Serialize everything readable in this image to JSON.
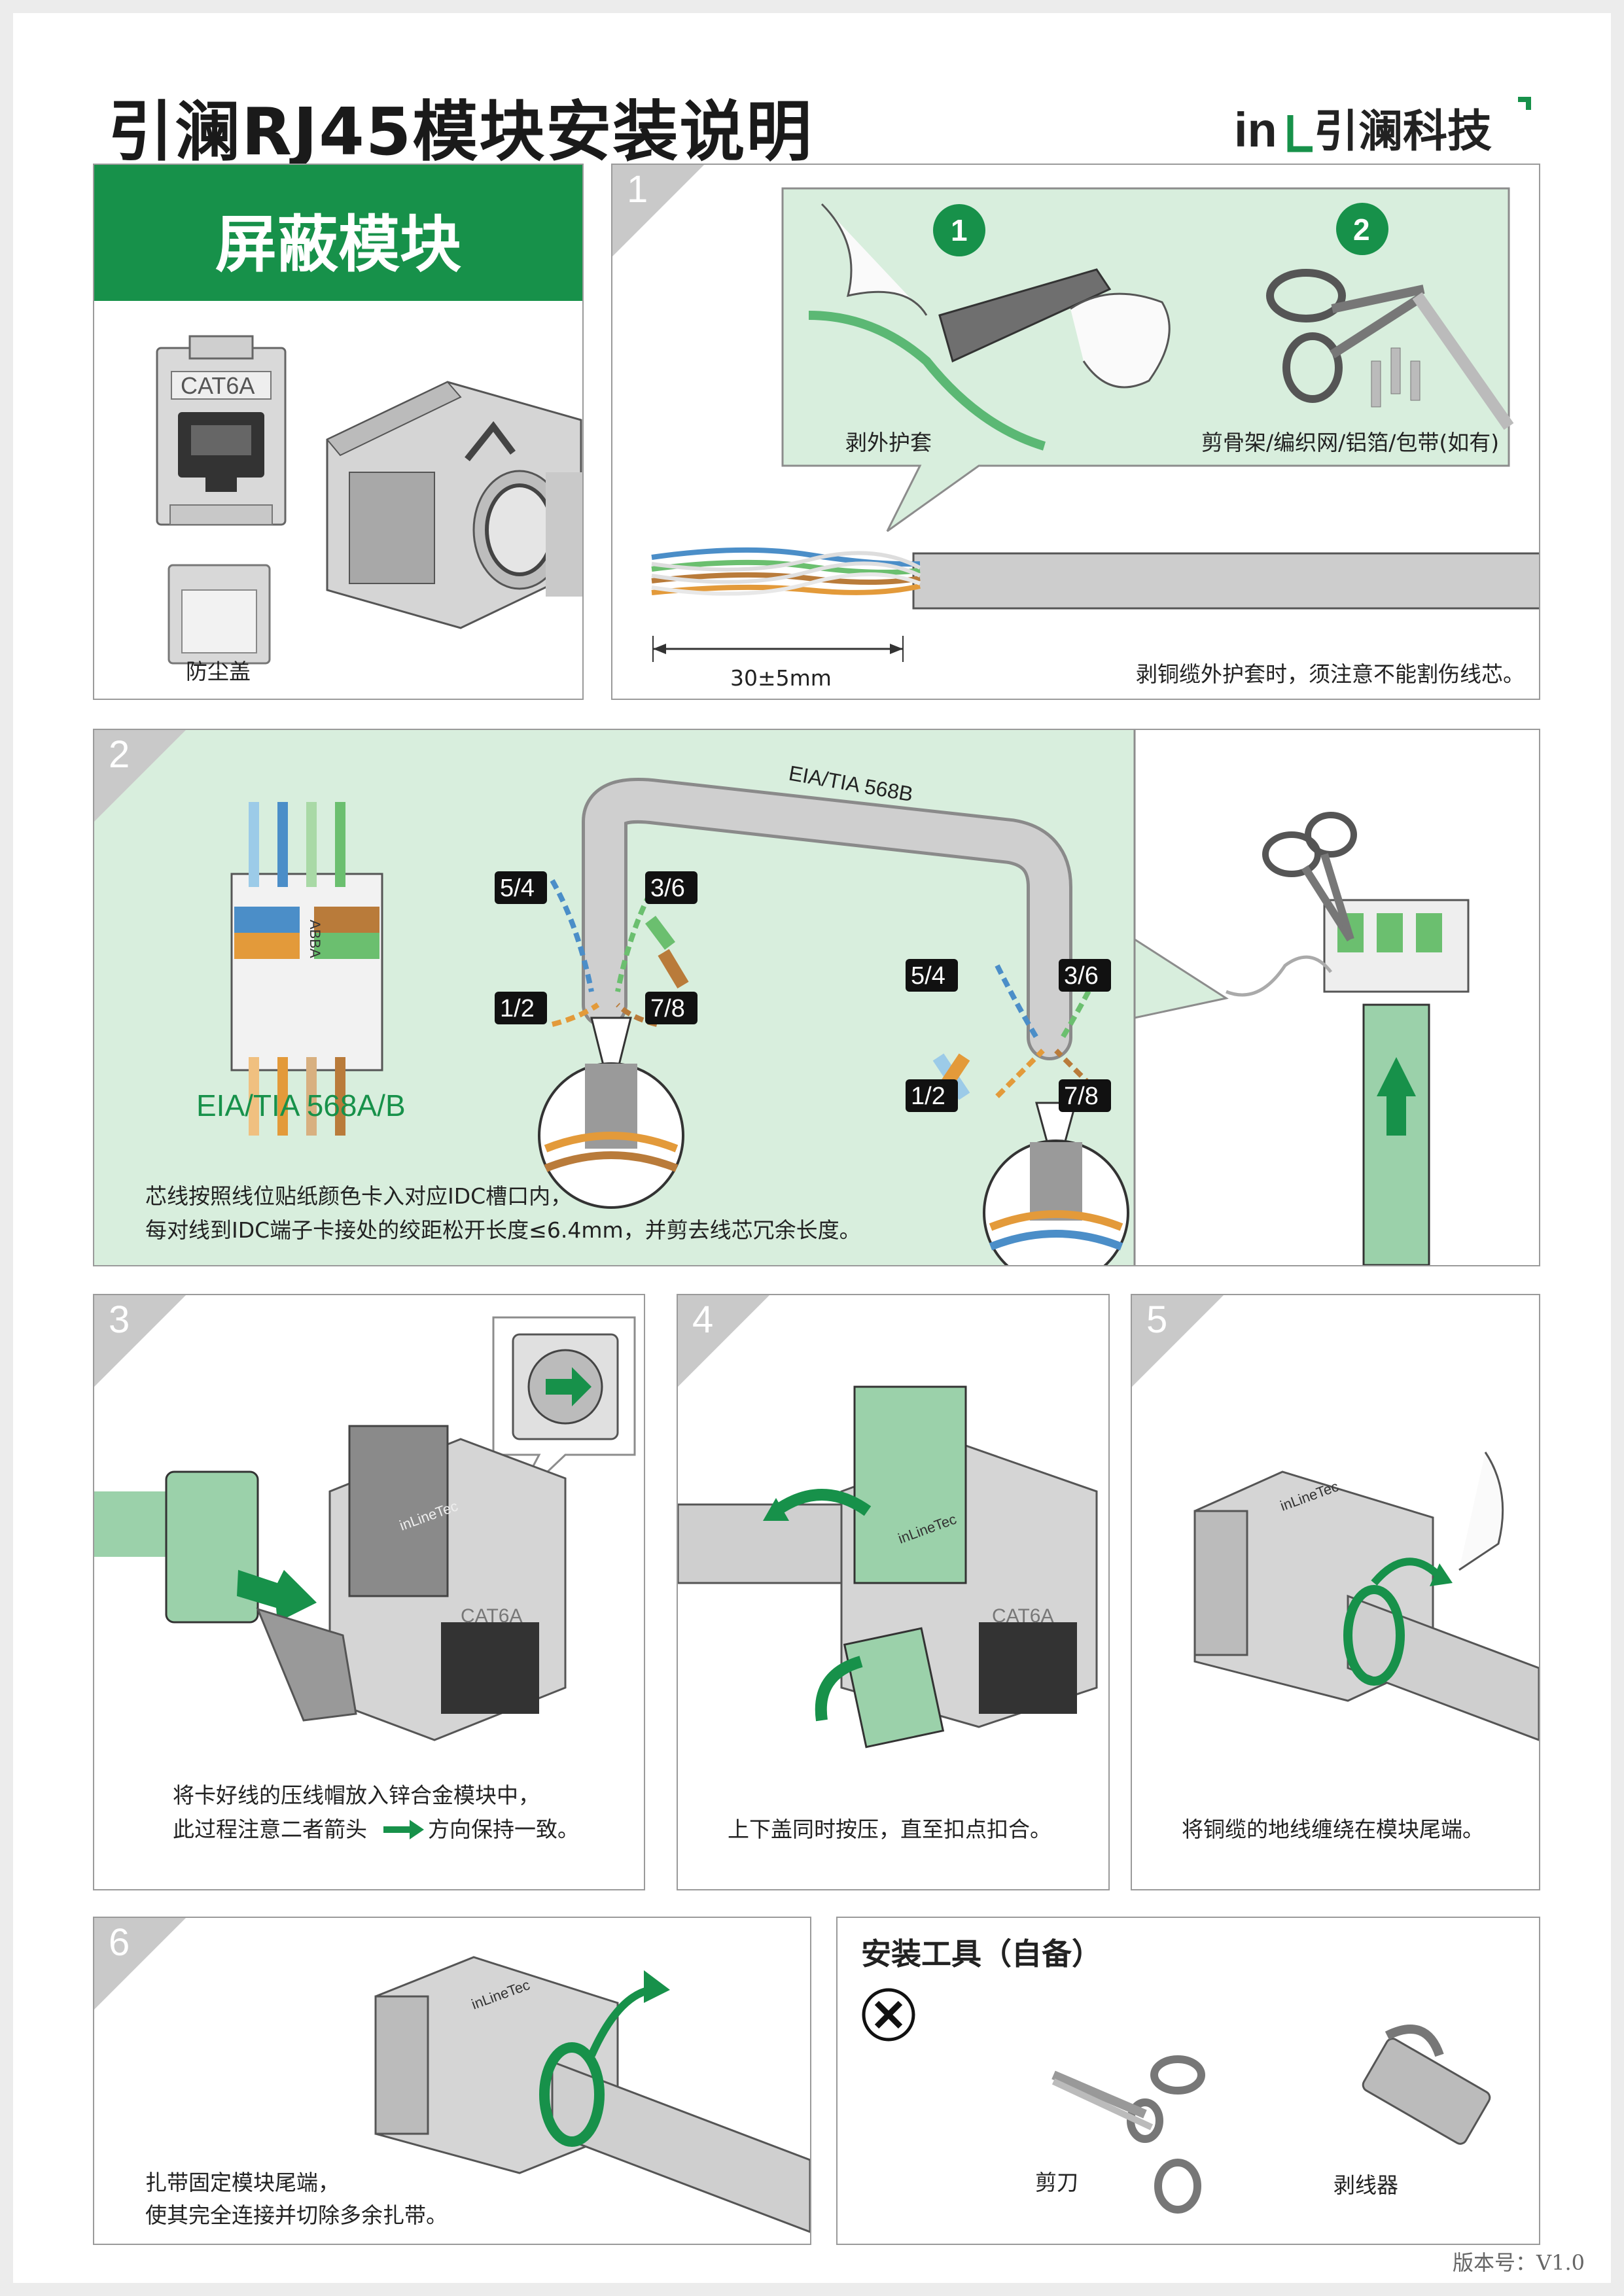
{
  "header": {
    "title": "引澜RJ45模块安装说明",
    "logo_mark": "in",
    "logo_text": "引澜科技"
  },
  "colors": {
    "brand_green": "#17914a",
    "light_green": "#b9dfc4",
    "panel_border": "#9a9a9a",
    "cable_gray": "#bfbfbf"
  },
  "module_panel": {
    "title": "屏蔽模块",
    "jack_label": "CAT6A",
    "dust_cap_label": "防尘盖"
  },
  "step1": {
    "number": "1",
    "sub1_number": "1",
    "sub1_label": "剥外护套",
    "sub2_number": "2",
    "sub2_label": "剪骨架/编织网/铝箔/包带(如有)",
    "dimension": "30±5mm",
    "note": "剥铜缆外护套时，须注意不能割伤线芯。"
  },
  "step2": {
    "number": "2",
    "standard_label": "EIA/TIA 568A/B",
    "cable_label": "EIA/TIA 568B",
    "pair_labels": [
      "5/4",
      "3/6",
      "1/2",
      "7/8"
    ],
    "idc_letters": "ABBA",
    "note_line1": "芯线按照线位贴纸颜色卡入对应IDC槽口内，",
    "note_line2": "每对线到IDC端子卡接处的绞距松开长度≤6.4mm，并剪去线芯冗余长度。"
  },
  "step3": {
    "number": "3",
    "brand_text": "inLineTec",
    "jack_label": "CAT6A",
    "note_line1": "将卡好线的压线帽放入锌合金模块中，",
    "note_line2a": "此过程注意二者箭头",
    "note_line2b": "方向保持一致。"
  },
  "step4": {
    "number": "4",
    "brand_text": "inLineTec",
    "jack_label": "CAT6A",
    "note": "上下盖同时按压，直至扣点扣合。"
  },
  "step5": {
    "number": "5",
    "brand_text": "inLineTec",
    "note": "将铜缆的地线缠绕在模块尾端。"
  },
  "step6": {
    "number": "6",
    "brand_text": "inLineTec",
    "note_line1": "扎带固定模块尾端，",
    "note_line2": "使其完全连接并切除多余扎带。"
  },
  "tools": {
    "title": "安装工具（自备）",
    "icon": "tools-icon",
    "scissors_label": "剪刀",
    "stripper_label": "剥线器"
  },
  "footer": {
    "version": "版本号：V1.0"
  }
}
